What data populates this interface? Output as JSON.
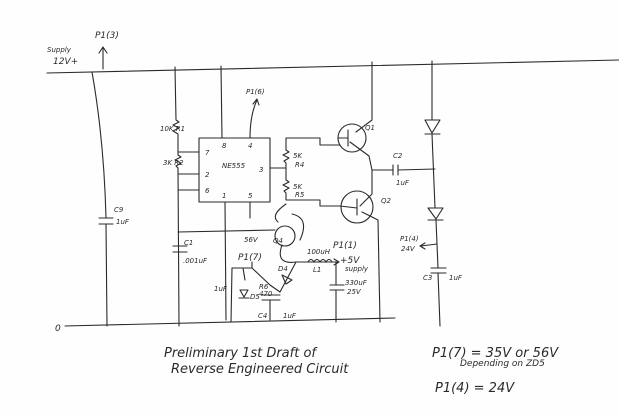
{
  "supply": {
    "label_1": "Supply",
    "label_2": "12V+",
    "port": "P1(3)"
  },
  "ground": "0",
  "components": {
    "r1": "10K R1",
    "r2": "3K R2",
    "c9_name": "C9",
    "c9_value": "1uF",
    "ic": "NE555",
    "ic_pins": {
      "p8": "8",
      "p4": "4",
      "p7": "7",
      "p2": "2",
      "p6": "6",
      "p3": "3",
      "p1": "1",
      "p5": "5"
    },
    "p1_6": "P1(6)",
    "r4_value": "5K",
    "r4_name": "R4",
    "r5_value": "5K",
    "r5_name": "R5",
    "q1": "Q1",
    "q2": "Q2",
    "c2_name": "C2",
    "c2_value": "1uF",
    "p1_4": "P1(4)",
    "p1_4_voltage": "24V",
    "c3_name": "C3",
    "c3_value": "1uF",
    "c1_name": "C1",
    "c1_value": ".001uF",
    "q4": "Q4",
    "q4_voltage": "56V",
    "p1_7": "P1(7)",
    "l1_value": "100uH",
    "l1_name": "L1",
    "p1_1": "P1(1)",
    "p1_1_out": "+5V",
    "p1_1_sub": "supply",
    "c_out_value": "330uF",
    "c_out_rating": "25V",
    "d4": "D4",
    "d5": "D5",
    "r6": "R6",
    "r6_value": "470",
    "c_small": "1uF",
    "c4_name": "C4",
    "c4_value": "1uF"
  },
  "notes": {
    "title_1": "Preliminary 1st Draft of",
    "title_2": "Reverse Engineered Circuit",
    "eq1": "P1(7) = 35V or 56V",
    "eq1_sub": "Depending on ZD5",
    "eq2": "P1(4) = 24V"
  }
}
